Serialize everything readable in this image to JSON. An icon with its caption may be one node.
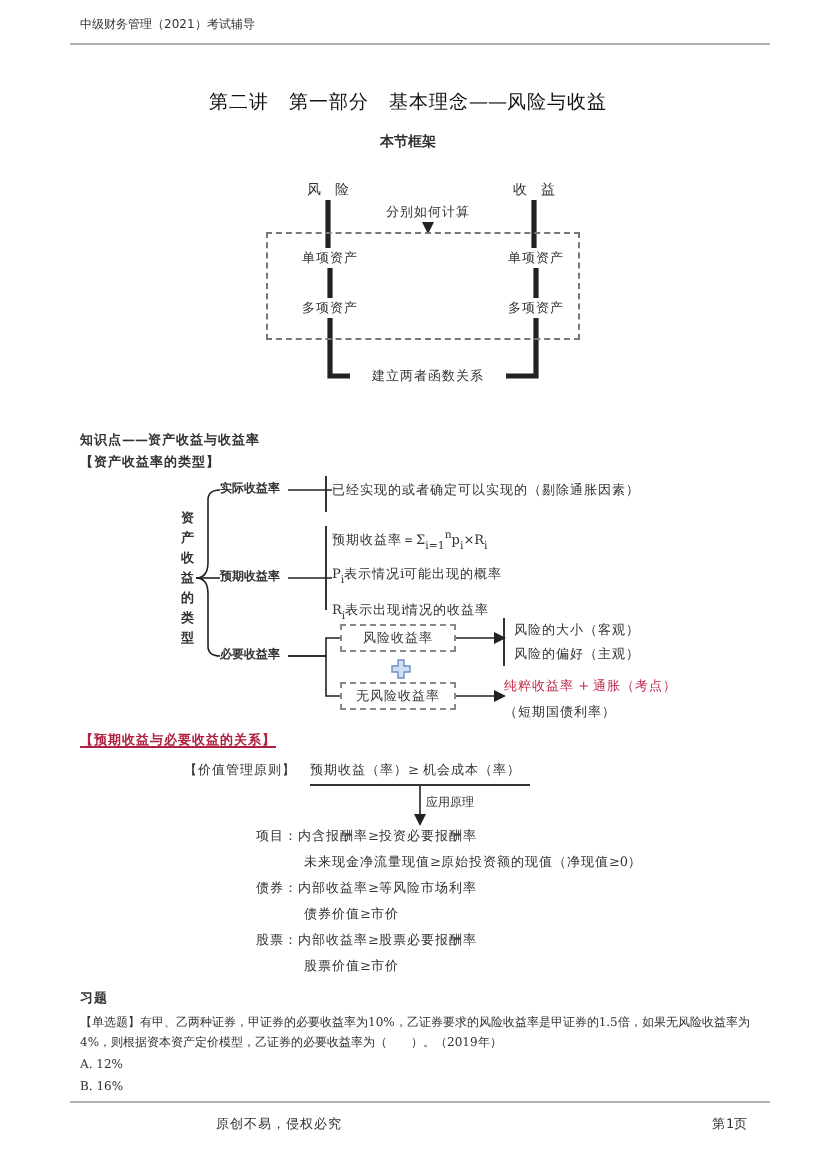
{
  "diagram": {
    "title": "第二讲　第一部分　基本理念——风险与收益",
    "nodes": [
      {
        "text": [
          "风　险"
        ]
      },
      {
        "text": [
          "收　益"
        ]
      },
      {
        "text": [],
        "shape": "box"
      },
      {
        "text": [
          "单项资产"
        ],
        "in": 2
      },
      {
        "text": [
          "多项资产"
        ],
        "in": 2
      },
      {
        "text": [
          "单项资产"
        ],
        "in": 2
      },
      {
        "text": [
          "多项资产"
        ],
        "in": 2
      },
      {
        "text": [
          "分别如何计算"
        ]
      },
      {
        "text": [
          "建立两者函数关系"
        ]
      },
      {
        "text": [
          "资产收益的类型"
        ]
      },
      {
        "text": [
          "实际收益率"
        ]
      },
      {
        "text": [
          "已经实现的或者确定可以实现的（剔除通胀因素）"
        ]
      },
      {
        "text": [
          "预期收益率"
        ]
      },
      {
        "text": [
          "预期收益率＝Σ$_{i=1}$$^{n}$p$_{i}$×R$_{i}$",
          "P$_{i}$表示情况i可能出现的概率",
          "R$_{i}$表示出现i情况的收益率"
        ]
      },
      {
        "text": [
          "必要收益率"
        ]
      },
      {
        "text": [
          "风险收益率"
        ]
      },
      {
        "text": [
          "无风险收益率"
        ]
      },
      {
        "text": [
          "风险的大小（客观）",
          "风险的偏好（主观）"
        ]
      },
      {
        "text": [
          "纯粹收益率 + 通胀（考点）",
          "（短期国债利率）"
        ]
      },
      {
        "text": [
          "预期收益（率）≥ 机会成本（率）"
        ]
      },
      {
        "text": [
          "项目：内含报酬率≥投资必要报酬率",
          "未来现金净流量现值≥原始投资额的现值（净现值≥0）",
          "债券：内部收益率≥等风险市场利率",
          "债券价值≥市价",
          "股票：内部收益率≥股票必要报酬率",
          "股票价值≥市价"
        ]
      }
    ],
    "edges": [
      {
        "from": 0,
        "to": 3,
        "arrow": "none",
        "style": "thick"
      },
      {
        "from": 3,
        "to": 4,
        "arrow": "none",
        "style": "thick"
      },
      {
        "from": 4,
        "to": 8,
        "arrow": "none",
        "style": "thick"
      },
      {
        "from": 1,
        "to": 5,
        "arrow": "none",
        "style": "thick"
      },
      {
        "from": 5,
        "to": 6,
        "arrow": "none",
        "style": "thick"
      },
      {
        "from": 6,
        "to": 8,
        "arrow": "none",
        "style": "thick"
      },
      {
        "from": 7,
        "to": 2,
        "arrow": "to"
      },
      {
        "from": 9,
        "to": 10,
        "arrow": "none"
      },
      {
        "from": 9,
        "to": 12,
        "arrow": "none"
      },
      {
        "from": 9,
        "to": 14,
        "arrow": "none"
      },
      {
        "from": 10,
        "to": 11,
        "arrow": "none"
      },
      {
        "from": 12,
        "to": 13,
        "arrow": "none"
      },
      {
        "from": 14,
        "to": 15,
        "arrow": "none"
      },
      {
        "from": 14,
        "to": 16,
        "arrow": "none"
      },
      {
        "from": 15,
        "to": 17,
        "arrow": "to"
      },
      {
        "from": 16,
        "to": 18,
        "arrow": "to"
      },
      {
        "from": 19,
        "to": 20,
        "label": "应用原理",
        "arrow": "to"
      }
    ],
    "labels": [
      "中级财务管理（2021）考试辅导",
      "本节框架",
      "知识点——资产收益与收益率",
      "【资产收益率的类型】",
      "【预期收益与必要收益的关系】",
      "【价值管理原则】",
      "习题",
      "【单选题】有甲、乙两种证券，甲证券的必要收益率为10%，乙证券要求的风险收益率是甲证券的1.5倍，如果无风险收益率为4%，则根据资本资产定价模型，乙证券的必要收益率为（　　）。（2019年）",
      "A. 12%",
      "B. 16%",
      "原创不易，侵权必究",
      "第1页"
    ]
  }
}
